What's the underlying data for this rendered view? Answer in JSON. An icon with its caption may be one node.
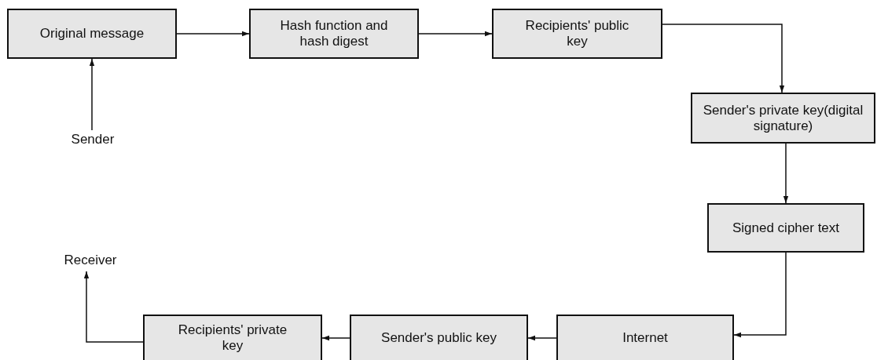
{
  "diagram": {
    "nodes": [
      {
        "text": [
          "Original message"
        ]
      },
      {
        "text": [
          "Hash function and hash digest"
        ]
      },
      {
        "text": [
          "Recipients' public key"
        ]
      },
      {
        "text": [
          "Sender's private key(digital signature)"
        ]
      },
      {
        "text": [
          "Signed cipher text"
        ]
      },
      {
        "text": [
          "Internet"
        ]
      },
      {
        "text": [
          "Sender's public key"
        ]
      },
      {
        "text": [
          "Recipients' private key"
        ]
      },
      {
        "text": [
          "Sender"
        ]
      },
      {
        "text": [
          "Receiver"
        ]
      }
    ],
    "edges": [
      {
        "from": 8,
        "to": 0,
        "arrow": "to"
      },
      {
        "from": 0,
        "to": 1,
        "arrow": "to"
      },
      {
        "from": 1,
        "to": 2,
        "arrow": "to"
      },
      {
        "from": 2,
        "to": 3,
        "arrow": "to"
      },
      {
        "from": 3,
        "to": 4,
        "arrow": "to"
      },
      {
        "from": 4,
        "to": 5,
        "arrow": "to"
      },
      {
        "from": 5,
        "to": 6,
        "arrow": "to"
      },
      {
        "from": 6,
        "to": 7,
        "arrow": "to"
      },
      {
        "from": 7,
        "to": 9,
        "arrow": "to"
      }
    ]
  }
}
